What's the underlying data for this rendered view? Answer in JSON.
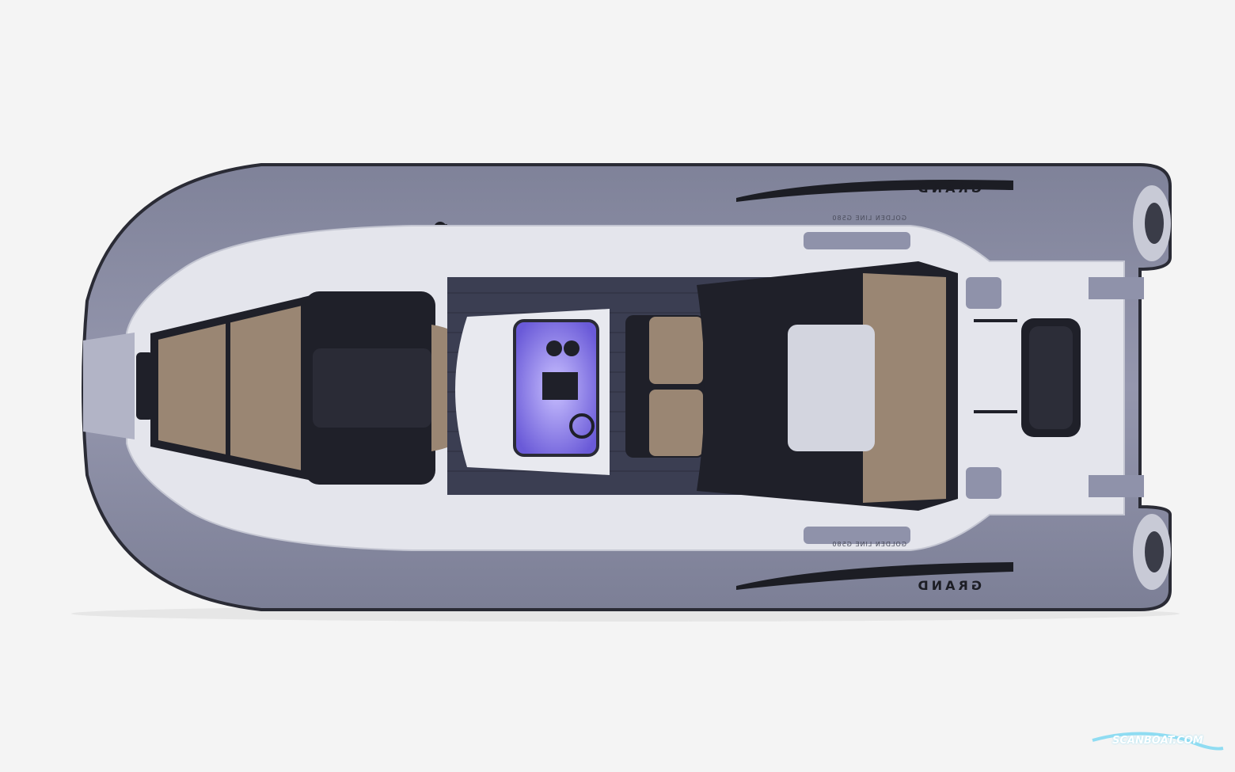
{
  "image": {
    "subject": "inflatable-rib-boat-top-view",
    "brand_logo_text": "GRAND",
    "model_text": "GOLDEN LINE G580",
    "watermark": "SCANBOAT.COM",
    "colors": {
      "background": "#f4f4f4",
      "tube": "#8d90a8",
      "deck": "#e4e5ec",
      "teak": "#3b3e52",
      "upholstery_dark": "#1f2029",
      "upholstery_tan": "#9a8673",
      "console_glow": "#8b7cf0"
    }
  }
}
